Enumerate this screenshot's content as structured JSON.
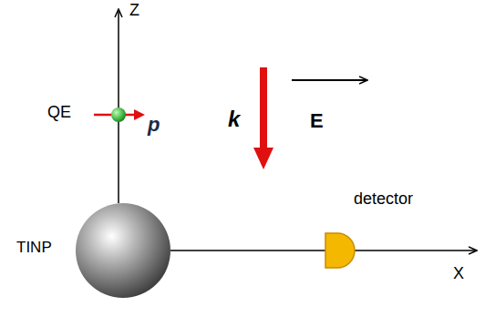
{
  "diagram": {
    "labels": [
      "Z",
      "QE",
      "p",
      "k",
      "E",
      "TINP",
      "detector",
      "X"
    ]
  }
}
